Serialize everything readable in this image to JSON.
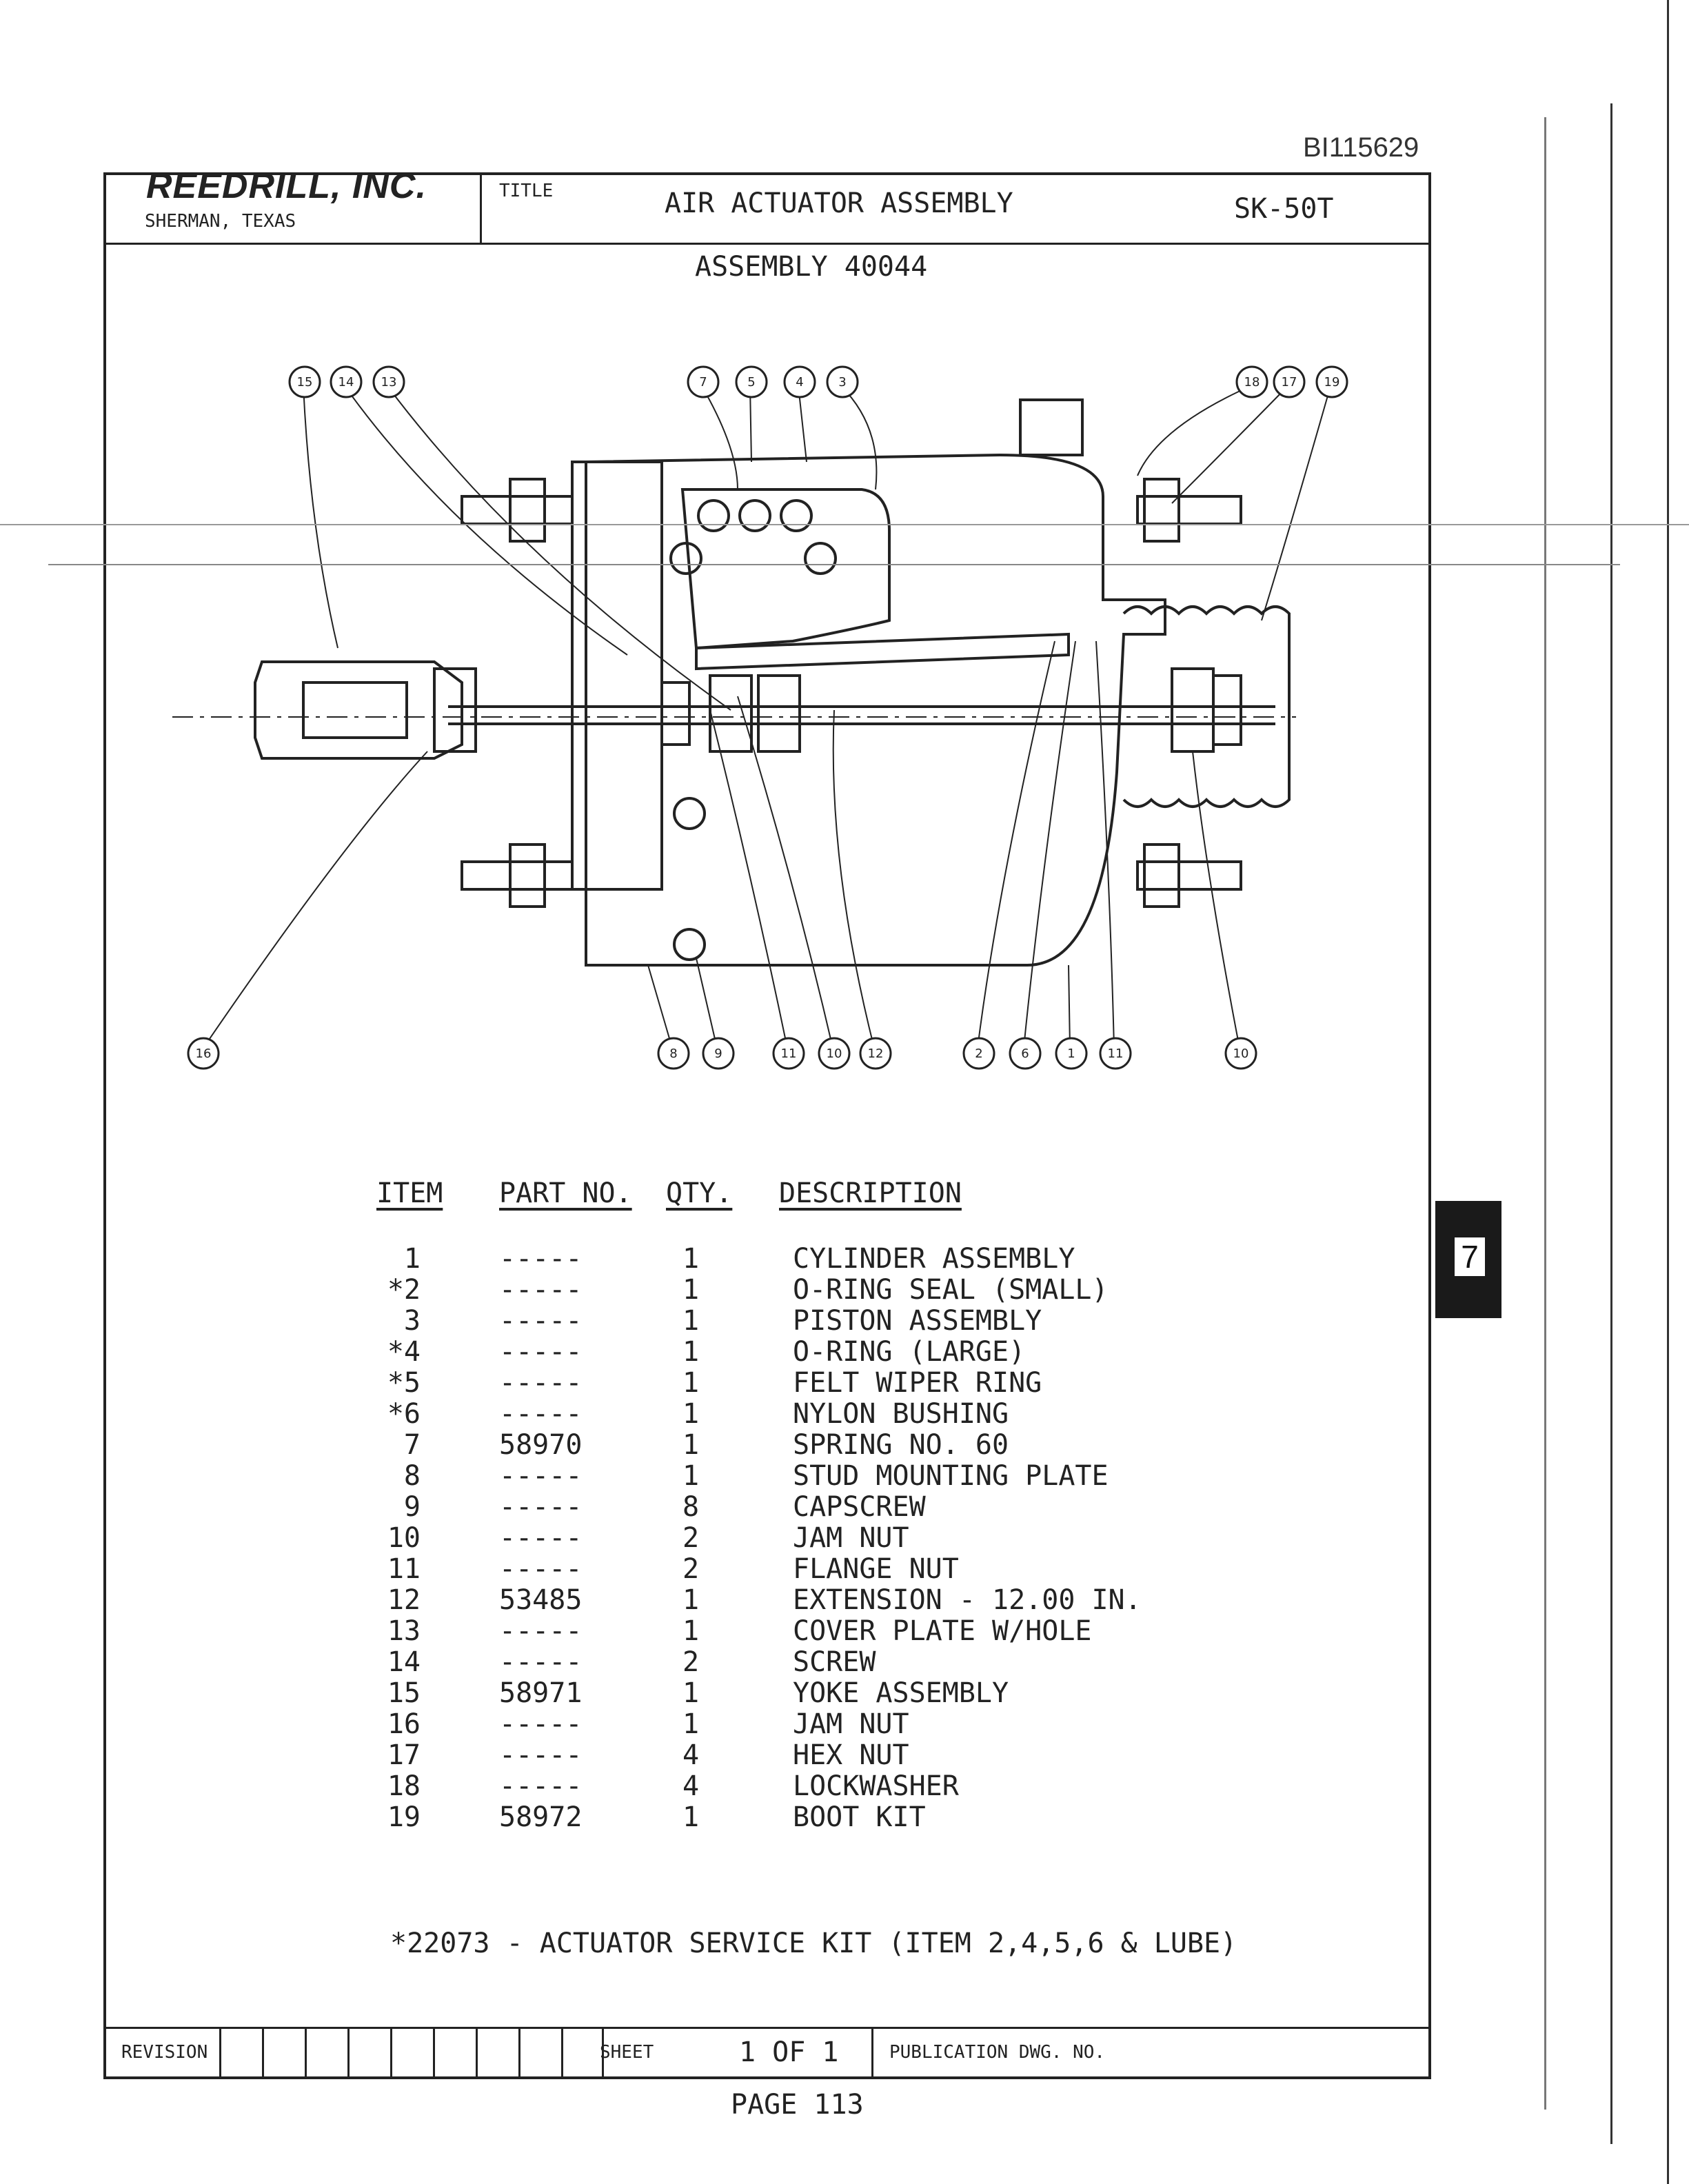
{
  "document_id": "BI115629",
  "header": {
    "company": "REEDRILL, INC.",
    "location": "SHERMAN, TEXAS",
    "title_label": "TITLE",
    "title": "AIR ACTUATOR ASSEMBLY",
    "drawing_code": "SK-50T"
  },
  "assembly_label": "ASSEMBLY 40044",
  "callouts": [
    "15",
    "14",
    "13",
    "7",
    "5",
    "4",
    "3",
    "18",
    "17",
    "19",
    "16",
    "8",
    "9",
    "11",
    "10",
    "12",
    "2",
    "6",
    "1",
    "11",
    "10"
  ],
  "parts_table": {
    "headers": {
      "item": "ITEM",
      "part_no": "PART NO.",
      "qty": "QTY.",
      "description": "DESCRIPTION"
    },
    "rows": [
      {
        "item": "1",
        "part_no": "-----",
        "qty": "1",
        "description": "CYLINDER ASSEMBLY"
      },
      {
        "item": "*2",
        "part_no": "-----",
        "qty": "1",
        "description": "O-RING SEAL (SMALL)"
      },
      {
        "item": "3",
        "part_no": "-----",
        "qty": "1",
        "description": "PISTON ASSEMBLY"
      },
      {
        "item": "*4",
        "part_no": "-----",
        "qty": "1",
        "description": "O-RING (LARGE)"
      },
      {
        "item": "*5",
        "part_no": "-----",
        "qty": "1",
        "description": "FELT WIPER RING"
      },
      {
        "item": "*6",
        "part_no": "-----",
        "qty": "1",
        "description": "NYLON BUSHING"
      },
      {
        "item": "7",
        "part_no": "58970",
        "qty": "1",
        "description": "SPRING NO. 60"
      },
      {
        "item": "8",
        "part_no": "-----",
        "qty": "1",
        "description": "STUD MOUNTING PLATE"
      },
      {
        "item": "9",
        "part_no": "-----",
        "qty": "8",
        "description": "CAPSCREW"
      },
      {
        "item": "10",
        "part_no": "-----",
        "qty": "2",
        "description": "JAM NUT"
      },
      {
        "item": "11",
        "part_no": "-----",
        "qty": "2",
        "description": "FLANGE NUT"
      },
      {
        "item": "12",
        "part_no": "53485",
        "qty": "1",
        "description": "EXTENSION - 12.00 IN."
      },
      {
        "item": "13",
        "part_no": "-----",
        "qty": "1",
        "description": "COVER PLATE W/HOLE"
      },
      {
        "item": "14",
        "part_no": "-----",
        "qty": "2",
        "description": "SCREW"
      },
      {
        "item": "15",
        "part_no": "58971",
        "qty": "1",
        "description": "YOKE ASSEMBLY"
      },
      {
        "item": "16",
        "part_no": "-----",
        "qty": "1",
        "description": "JAM NUT"
      },
      {
        "item": "17",
        "part_no": "-----",
        "qty": "4",
        "description": "HEX NUT"
      },
      {
        "item": "18",
        "part_no": "-----",
        "qty": "4",
        "description": "LOCKWASHER"
      },
      {
        "item": "19",
        "part_no": "58972",
        "qty": "1",
        "description": "BOOT KIT"
      }
    ]
  },
  "footnote": "*22073 - ACTUATOR SERVICE KIT (ITEM 2,4,5,6 & LUBE)",
  "footer": {
    "revision_label": "REVISION",
    "sheet_label": "SHEET",
    "sheet_value": "1 OF 1",
    "publication_label": "PUBLICATION DWG. NO."
  },
  "page_number": "PAGE 113",
  "side_tab": "7"
}
